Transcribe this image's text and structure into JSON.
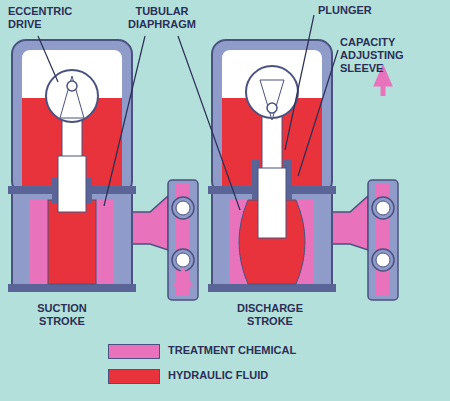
{
  "diagram": {
    "labels": [
      "ECCENTRIC DRIVE",
      "TUBULAR DIAPHRAGM",
      "PLUNGER",
      "CAPACITY ADJUSTING SLEEVE",
      "SUCTION STROKE",
      "DISCHARGE STROKE"
    ],
    "legend": [
      {
        "text": "TREATMENT CHEMICAL",
        "color": "#e872bb"
      },
      {
        "text": "HYDRAULIC FLUID",
        "color": "#e8323c"
      }
    ]
  }
}
